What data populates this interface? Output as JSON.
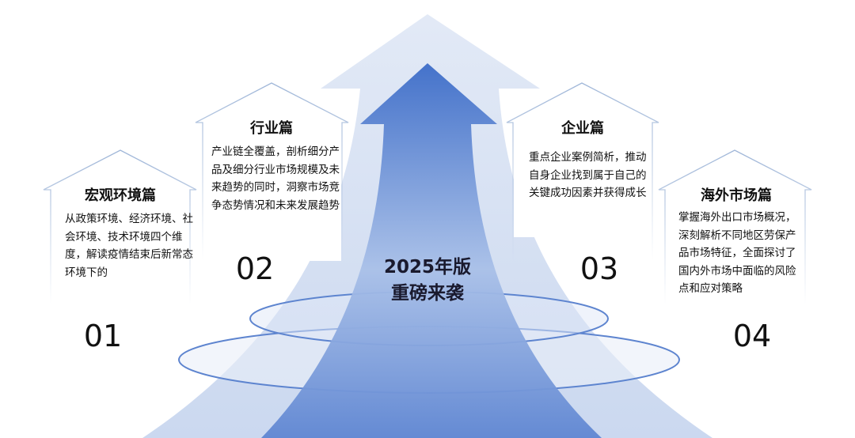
{
  "center": {
    "line1": "2025年版",
    "line2": "重磅来袭"
  },
  "sections": [
    {
      "title": "宏观环境篇",
      "body": "从政策环境、经济环境、社会环境、技术环境四个维度，解读疫情结束后新常态环境下的",
      "number": "01"
    },
    {
      "title": "行业篇",
      "body": "产业链全覆盖，剖析细分产品及细分行业市场规模及未来趋势的同时，洞察市场竞争态势情况和未来发展趋势",
      "number": "02"
    },
    {
      "title": "企业篇",
      "body": "重点企业案例简析，推动自身企业找到属于自己的关键成功因素并获得成长",
      "number": "03"
    },
    {
      "title": "海外市场篇",
      "body": "掌握海外出口市场概况，深刻解析不同地区劳保产品市场特征，全面探讨了国内外市场中面临的风险点和应对策略",
      "number": "04"
    }
  ],
  "colors": {
    "accent": "#3f6fc9",
    "light": "#cfdcf2",
    "outline": "#9fb6d8"
  }
}
